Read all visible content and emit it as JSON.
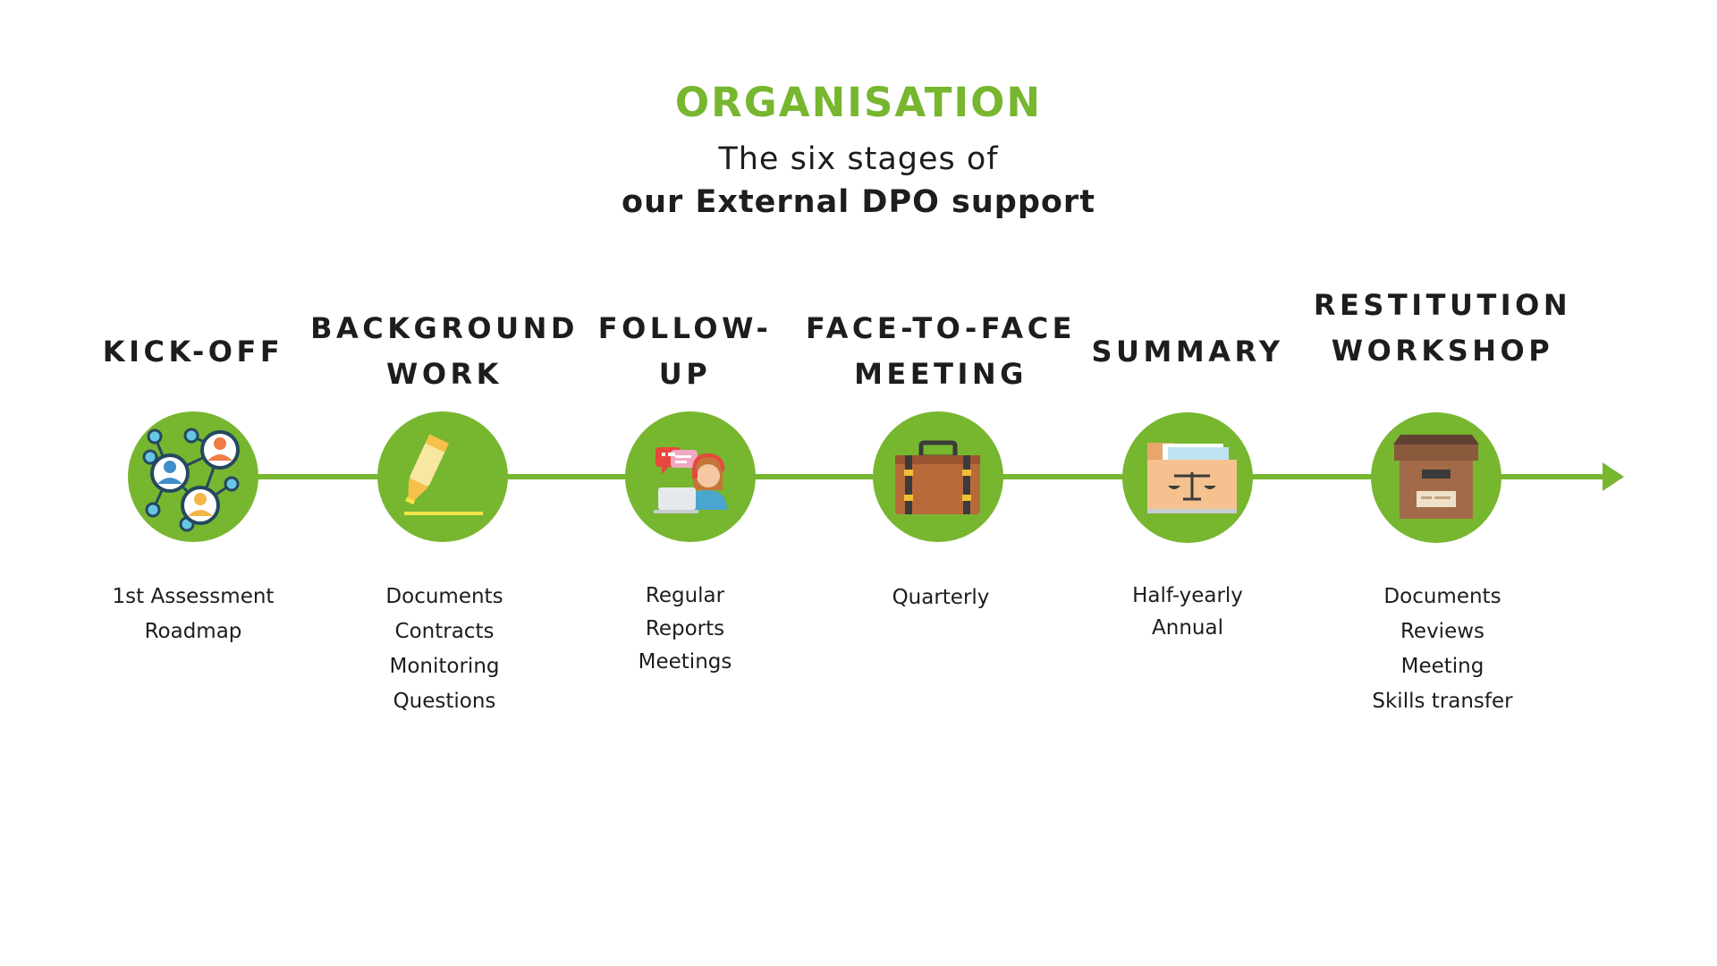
{
  "header": {
    "eyebrow": "ORGANISATION",
    "subtitle_line1": "The six stages of",
    "subtitle_line2": "our External DPO support"
  },
  "colors": {
    "accent": "#77b62f",
    "text": "#1d1d1d",
    "background": "#ffffff"
  },
  "stages": [
    {
      "title_lines": [
        "KICK-OFF"
      ],
      "icon": "network-people-icon",
      "items": [
        "1st Assessment",
        "Roadmap"
      ]
    },
    {
      "title_lines": [
        "BACKGROUND",
        "WORK"
      ],
      "icon": "highlighter-icon",
      "items": [
        "Documents",
        "Contracts",
        "Monitoring",
        "Questions"
      ]
    },
    {
      "title_lines": [
        "FOLLOW-",
        "UP"
      ],
      "icon": "support-agent-icon",
      "items": [
        "Regular",
        "Reports",
        "Meetings"
      ]
    },
    {
      "title_lines": [
        "FACE-TO-FACE",
        "MEETING"
      ],
      "icon": "briefcase-icon",
      "items": [
        "Quarterly"
      ]
    },
    {
      "title_lines": [
        "SUMMARY"
      ],
      "icon": "legal-folder-icon",
      "items": [
        "Half-yearly",
        "Annual"
      ]
    },
    {
      "title_lines": [
        "RESTITUTION",
        "WORKSHOP"
      ],
      "icon": "archive-box-icon",
      "items": [
        "Documents",
        "Reviews",
        "Meeting",
        "Skills transfer"
      ]
    }
  ]
}
